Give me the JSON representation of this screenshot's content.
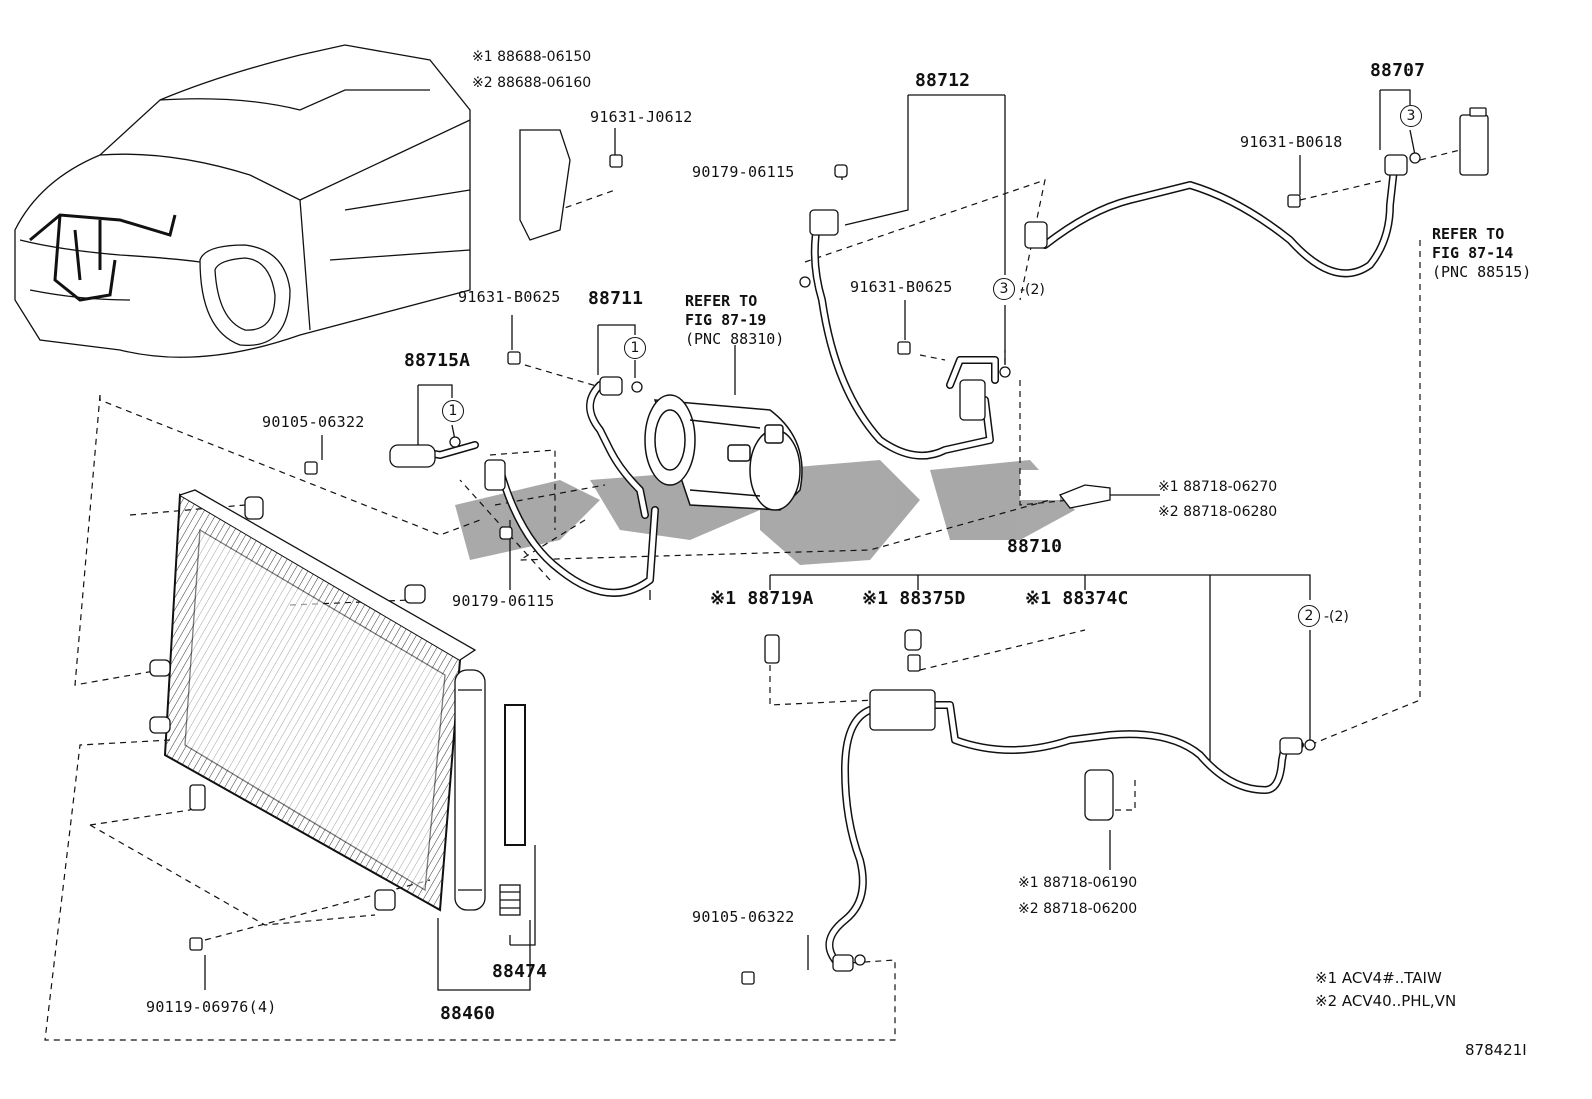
{
  "parts": {
    "bracket_88688": {
      "line1": "※1 88688-06150",
      "line2": "※2 88688-06160"
    },
    "bolt_91631_J0612": "91631-J0612",
    "pipe_88712": "88712",
    "nut_90179_top": "90179-06115",
    "bolt_91631_B0625_mid": "91631-B0625",
    "bolt_91631_B0618": "91631-B0618",
    "pipe_88707": "88707",
    "bolt_91631_B0625_left": "91631-B0625",
    "hose_88711": "88711",
    "hose_88715A": "88715A",
    "bolt_90105_left": "90105-06322",
    "nut_90179_bottom": "90179-06115",
    "clamp_88718_top": {
      "line1": "※1 88718-06270",
      "line2": "※2 88718-06280"
    },
    "pipe_88710": "88710",
    "switch_88719A": "※1 88719A",
    "valve_88375D": "※1 88375D",
    "valve_88374C": "※1 88374C",
    "clamp_88718_bottom": {
      "line1": "※1 88718-06190",
      "line2": "※2 88718-06200"
    },
    "bolt_90105_bottom": "90105-06322",
    "dryer_88474": "88474",
    "condenser_88460": "88460",
    "bolt_90119": "90119-06976(4)"
  },
  "references": {
    "compressor": {
      "line1": "REFER TO",
      "line2": "FIG 87-19",
      "line3": "(PNC 88310)"
    },
    "expansion_valve": {
      "line1": "REFER TO",
      "line2": "FIG 87-14",
      "line3": "(PNC 88515)"
    }
  },
  "oring_callouts": {
    "c1_a": "1",
    "c1_b": "1",
    "c2": "2",
    "c2_qty": "-(2)",
    "c3_a": "3",
    "c3_b": "3",
    "c3_qty": "-(2)"
  },
  "notes": {
    "note1": "※1 ACV4#..TAIW",
    "note2": "※2 ACV40..PHL,VN"
  },
  "figure_id": "878421I"
}
